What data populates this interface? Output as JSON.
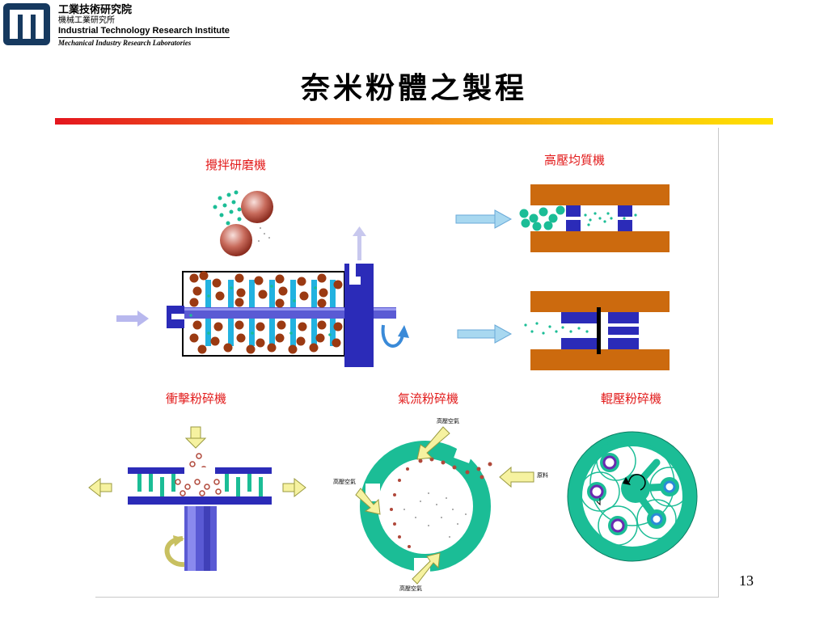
{
  "header": {
    "org_line1": "工業技術研究院",
    "org_line2": "機械工業研究所",
    "org_line3": "Industrial Technology Research Institute",
    "org_line4": "Mechanical Industry Research Laboratories"
  },
  "title": "奈米粉體之製程",
  "page_number": "13",
  "labels": {
    "stirred_mill": "攪拌研磨機",
    "homogenizer": "高壓均質機",
    "impact_mill": "衝擊粉碎機",
    "jet_mill": "氣流粉碎機",
    "roller_mill": "輥壓粉碎機",
    "hp_air_top": "高壓空氣",
    "hp_air_left": "高壓空氣",
    "hp_air_bottom": "高壓空氣",
    "feed": "原料"
  },
  "colors": {
    "ball_brown": "#9b3a12",
    "shaft_blue": "#2b2bb8",
    "blade_cyan": "#22b2e0",
    "orange_plate": "#cc6a0e",
    "teal": "#1bbd96",
    "arrow_light_blue": "#a8d8f0",
    "arrow_yellow": "#f6f2a0"
  }
}
